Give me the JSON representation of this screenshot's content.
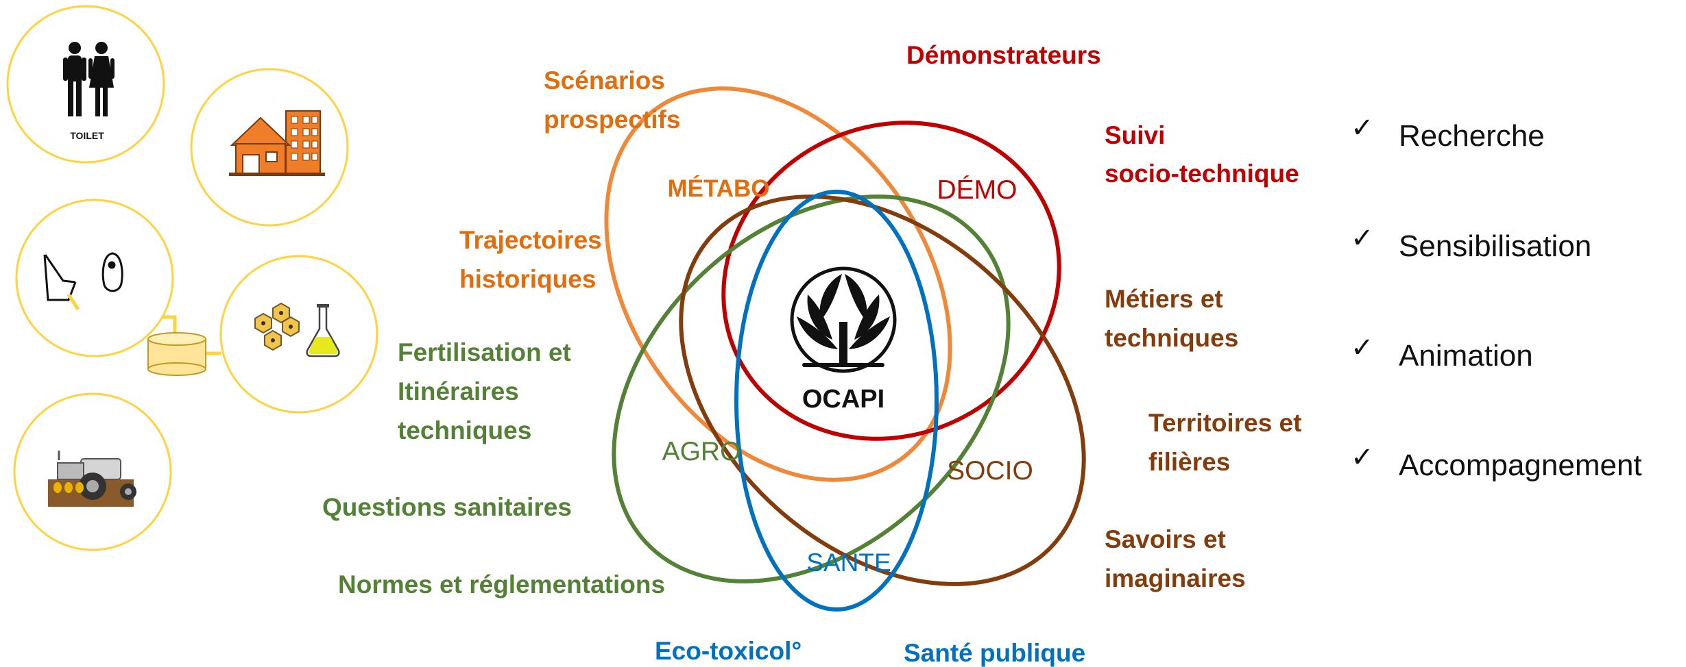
{
  "colors": {
    "orange": "#E46C0A",
    "orange_light": "#F0883A",
    "red": "#C00000",
    "green": "#538135",
    "green_dark": "#4E7F2E",
    "brown": "#843C0C",
    "blue": "#0070C0",
    "yellow": "#FFD23F",
    "icon_orange": "#F07D28"
  },
  "venn": {
    "center": "OCAPI",
    "metabo": "MÉTABO",
    "demo": "DÉMO",
    "agro": "AGRO",
    "socio": "SOCIO",
    "sante": "SANTE"
  },
  "themes": {
    "metabo_1_a": "Scénarios",
    "metabo_1_b": "prospectifs",
    "metabo_2_a": "Trajectoires",
    "metabo_2_b": "historiques",
    "demo_1": "Démonstrateurs",
    "demo_2_a": "Suivi",
    "demo_2_b": "socio-technique",
    "agro_1_a": "Fertilisation et",
    "agro_1_b": "Itinéraires",
    "agro_1_c": "techniques",
    "agro_2": "Questions sanitaires",
    "agro_3": "Normes et réglementations",
    "socio_1_a": "Métiers et",
    "socio_1_b": "techniques",
    "socio_2_a": "Territoires et",
    "socio_2_b": "filières",
    "socio_3_a": "Savoirs et",
    "socio_3_b": "imaginaires",
    "sante_1": "Eco-toxicol°",
    "sante_2": "Santé publique"
  },
  "activities": {
    "check": "✓",
    "items": [
      "Recherche",
      "Sensibilisation",
      "Animation",
      "Accompagnement"
    ]
  },
  "icons": {
    "toilet_label": "TOILET",
    "list": [
      "toilet-signs-icon",
      "house-and-building-icon",
      "urine-diversion-icon",
      "chemistry-molecules-icon",
      "tractor-fertilizer-icon",
      "storage-tank-icon"
    ]
  }
}
